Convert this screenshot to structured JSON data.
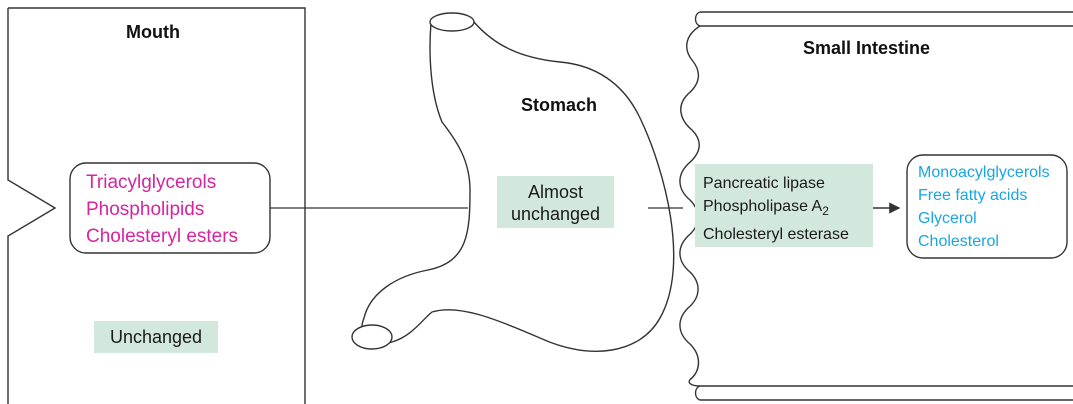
{
  "colors": {
    "background": "#ffffff",
    "outline": "#333333",
    "lipid_text": "#d6249f",
    "product_text": "#19a6e0",
    "label_box_fill": "#d3e8dc"
  },
  "mouth": {
    "heading": "Mouth",
    "lipids": [
      "Triacylglycerols",
      "Phospholipids",
      "Cholesteryl esters"
    ],
    "status": "Unchanged"
  },
  "stomach": {
    "heading": "Stomach",
    "status_lines": [
      "Almost",
      "unchanged"
    ]
  },
  "small_intestine": {
    "heading": "Small Intestine",
    "enzymes": [
      "Pancreatic lipase",
      "Phospholipase A",
      "Cholesteryl esterase"
    ],
    "enzyme_subscript": "2",
    "products": [
      "Monoacylglycerols",
      "Free fatty acids",
      "Glycerol",
      "Cholesterol"
    ]
  },
  "icons": [
    "stomach-organ-icon",
    "arrow-right-icon"
  ]
}
